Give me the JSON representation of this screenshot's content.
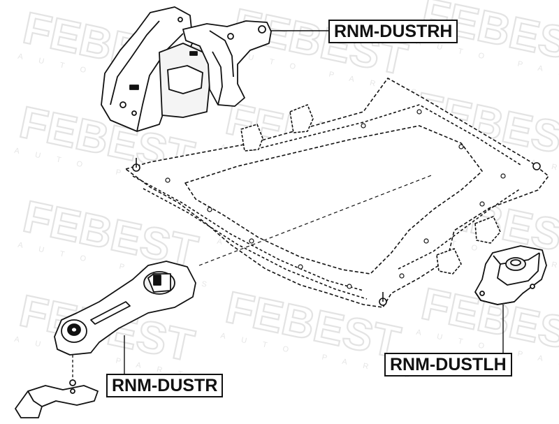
{
  "watermark": {
    "brand": "FEBEST",
    "tagline": "AUTO PARTS"
  },
  "callouts": {
    "rh": "RNM-DUSTRH",
    "lh": "RNM-DUSTLH",
    "r": "RNM-DUSTR"
  },
  "colors": {
    "line": "#111111",
    "watermark": "#e3e3e3",
    "background": "#ffffff"
  }
}
